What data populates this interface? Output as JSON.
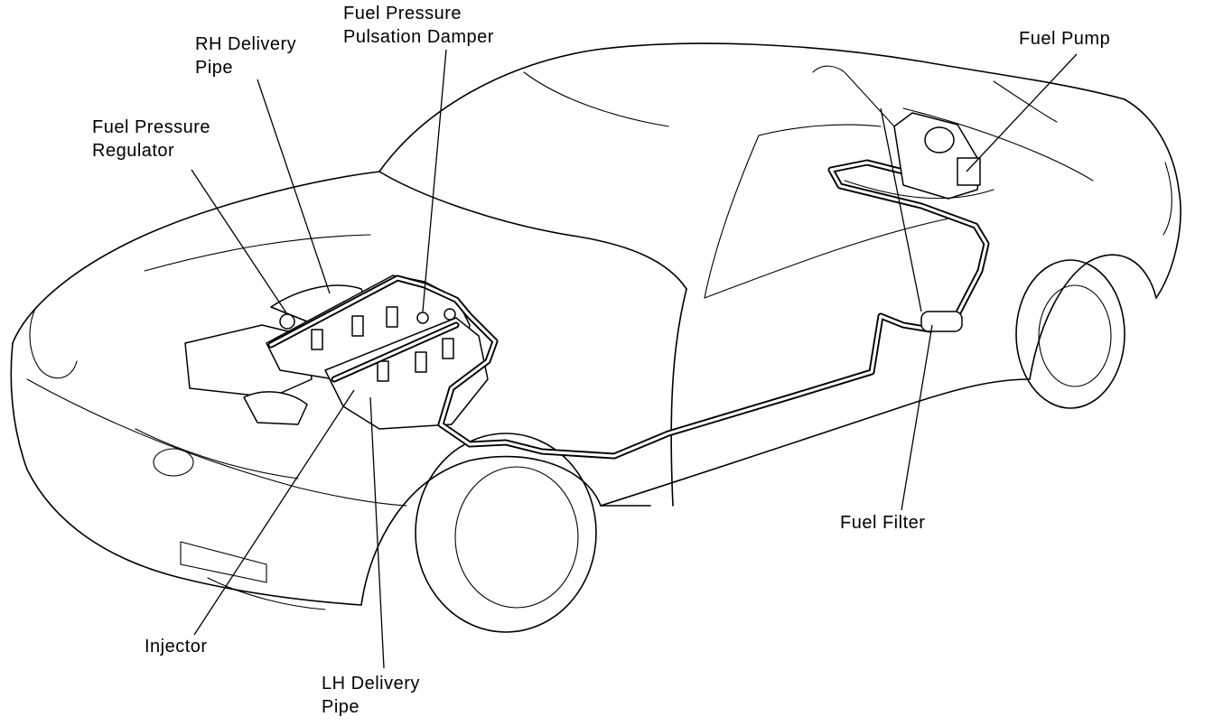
{
  "labels": {
    "fuel_pressure_pulsation_damper": [
      "Fuel Pressure",
      "Pulsation Damper"
    ],
    "rh_delivery_pipe": [
      "RH Delivery",
      "Pipe"
    ],
    "fuel_pressure_regulator": [
      "Fuel Pressure",
      "Regulator"
    ],
    "fuel_pump": [
      "Fuel Pump"
    ],
    "fuel_filter": [
      "Fuel Filter"
    ],
    "injector": [
      "Injector"
    ],
    "lh_delivery_pipe": [
      "LH Delivery",
      "Pipe"
    ]
  },
  "colors": {
    "line": "#000000",
    "background": "#ffffff"
  }
}
